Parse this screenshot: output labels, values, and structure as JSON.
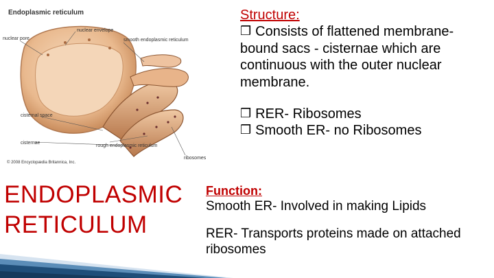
{
  "figure": {
    "title": "Endoplasmic reticulum",
    "labels": {
      "nuclear_pore": "nuclear pore",
      "nuclear_envelope": "nuclear envelope",
      "smooth_er": "smooth endoplasmic reticulum",
      "cisternal_space": "cisternal space",
      "cisternae": "cisternae",
      "rough_er": "rough endoplasmic reticulum",
      "ribosomes": "ribosomes",
      "copyright": "© 2008 Encyclopædia Britannica, Inc."
    }
  },
  "structure": {
    "heading": "Structure:",
    "bullet_1": "Consists of flattened membrane-bound sacs - cisternae which are continuous with the outer nuclear membrane.",
    "bullet_2": "RER- Ribosomes",
    "bullet_3": "Smooth ER- no Ribosomes"
  },
  "title_line_1": "ENDOPLASMIC",
  "title_line_2": "RETICULUM",
  "function": {
    "heading": "Function:",
    "line_1": "Smooth ER- Involved in making Lipids",
    "line_2": "RER- Transports proteins made on attached ribosomes"
  },
  "colors": {
    "accent_red": "#c00000",
    "ribbon_blue": "#1f4e79"
  },
  "icons": {
    "bullet": "checkbox-bullet-icon"
  }
}
